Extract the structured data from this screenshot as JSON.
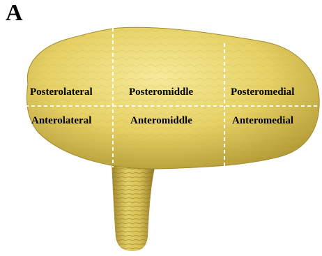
{
  "figure": {
    "panel_letter": "A",
    "region_labels": {
      "posterolateral": "Posterolateral",
      "posteromiddle": "Posteromiddle",
      "posteromedial": "Posteromedial",
      "anterolateral": "Anterolateral",
      "anteromiddle": "Anteromiddle",
      "anteromedial": "Anteromedial"
    }
  },
  "colors": {
    "surface": "#e9d66c",
    "shade": "#b39a35",
    "highlight": "#f6ea9a",
    "divider": "#ffffff",
    "background": "#ffffff"
  }
}
